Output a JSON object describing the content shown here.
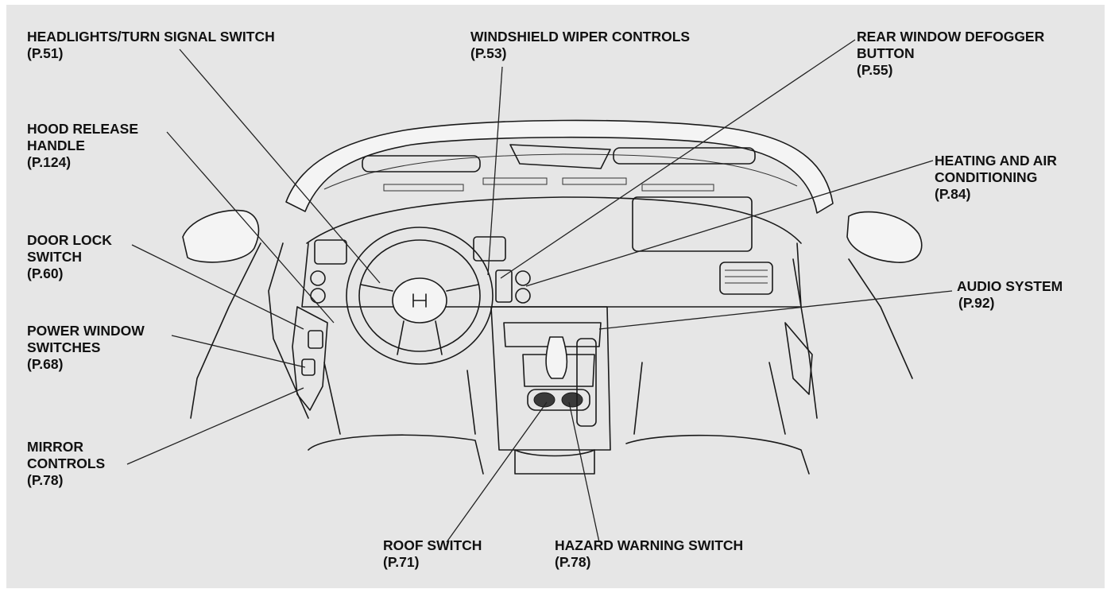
{
  "labels": {
    "headlights": {
      "line1": "HEADLIGHTS/TURN SIGNAL SWITCH",
      "page": "(P.51)"
    },
    "hood_release": {
      "line1": "HOOD RELEASE",
      "line2": "HANDLE",
      "page": "(P.124)"
    },
    "door_lock": {
      "line1": "DOOR LOCK",
      "line2": "SWITCH",
      "page": "(P.60)"
    },
    "power_window": {
      "line1": "POWER WINDOW",
      "line2": "SWITCHES",
      "page": "(P.68)"
    },
    "mirror_controls": {
      "line1": "MIRROR",
      "line2": "CONTROLS",
      "page": "(P.78)"
    },
    "wiper": {
      "line1": "WINDSHIELD WIPER CONTROLS",
      "page": "(P.53)"
    },
    "defogger": {
      "line1": "REAR WINDOW DEFOGGER",
      "line2": "BUTTON",
      "page": "(P.55)"
    },
    "heating": {
      "line1": "HEATING AND AIR",
      "line2": "CONDITIONING",
      "page": "(P.84)"
    },
    "audio": {
      "line1": "AUDIO SYSTEM",
      "page": "(P.92)"
    },
    "roof": {
      "line1": "ROOF SWITCH",
      "page": "(P.71)"
    },
    "hazard": {
      "line1": "HAZARD WARNING SWITCH",
      "page": "(P.78)"
    }
  }
}
